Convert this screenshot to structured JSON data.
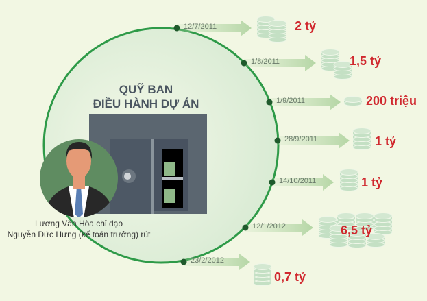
{
  "title": {
    "line1": "QUỸ BAN",
    "line2": "ĐIỀU HÀNH DỰ ÁN"
  },
  "caption": {
    "line1": "Lương Văn Hòa chỉ đạo",
    "line2": "Nguyễn Đức Hưng (kế toán trưởng) rút"
  },
  "colors": {
    "background": "#f2f7e3",
    "circle": "#2e9a48",
    "amount": "#d0282e",
    "safe": "#5b6670"
  },
  "withdrawals": [
    {
      "date": "12/7/2011",
      "amount": "2 tỷ"
    },
    {
      "date": "1/8/2011",
      "amount": "1,5 tỷ"
    },
    {
      "date": "1/9/2011",
      "amount": "200 triệu"
    },
    {
      "date": "28/9/2011",
      "amount": "1 tỷ"
    },
    {
      "date": "14/10/2011",
      "amount": "1 tỷ"
    },
    {
      "date": "12/1/2012",
      "amount": "6,5 tỷ"
    },
    {
      "date": "23/2/2012",
      "amount": "0,7 tỷ"
    }
  ]
}
